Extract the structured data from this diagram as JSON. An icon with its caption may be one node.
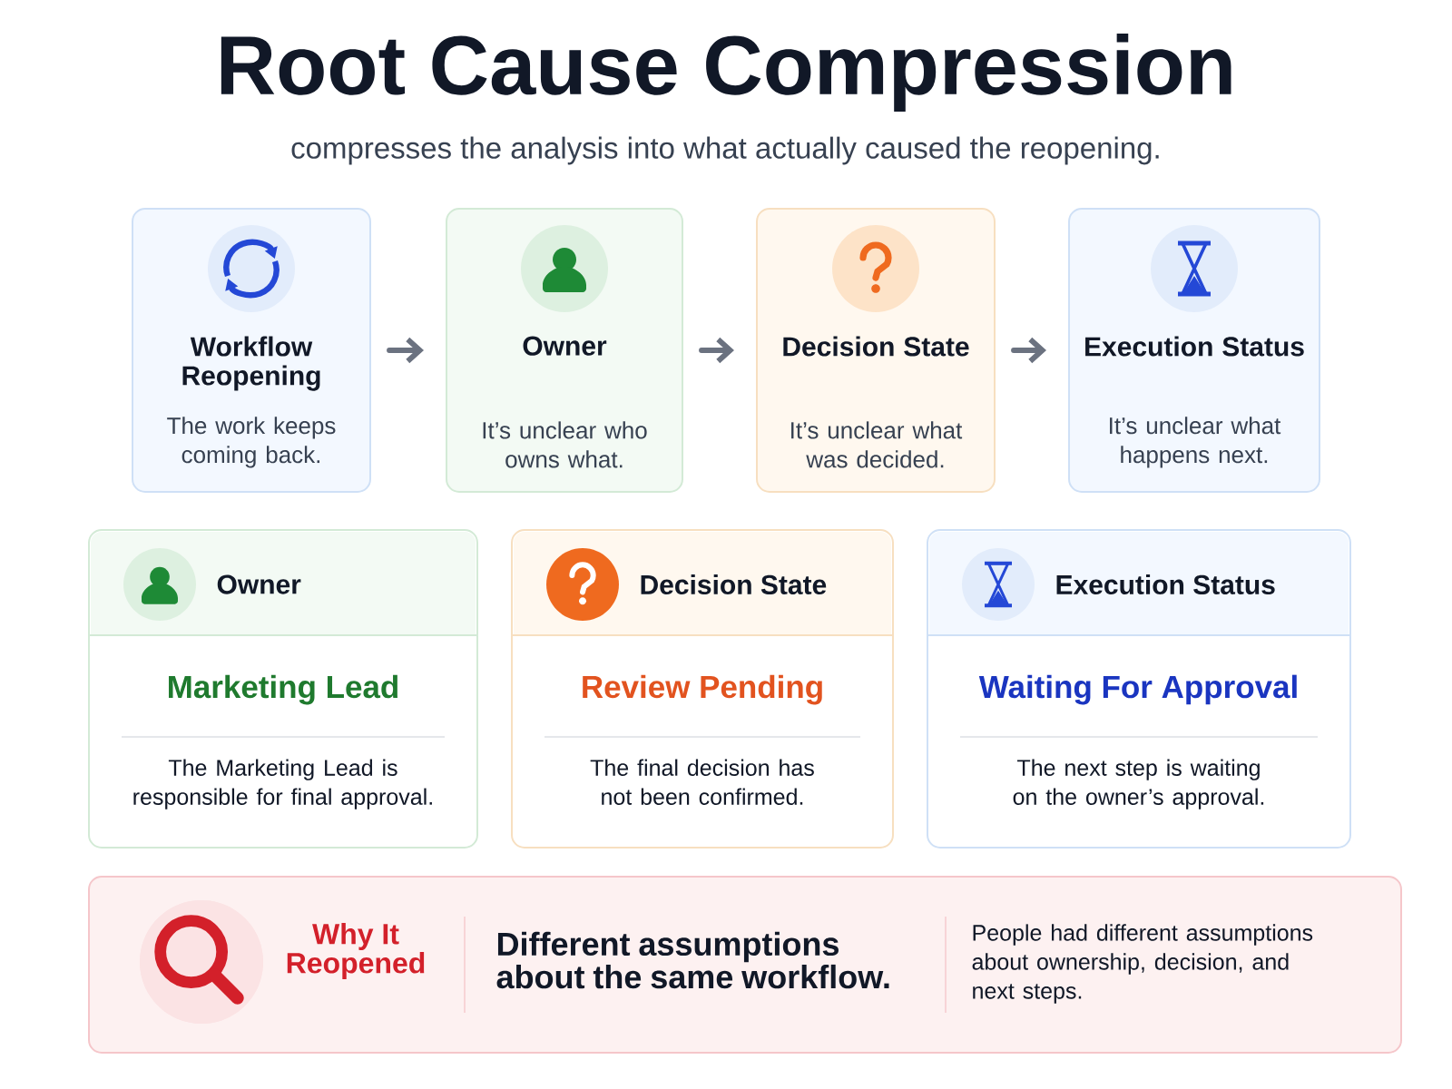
{
  "diagram": {
    "title": "Root Cause Compression",
    "caption": "compresses the analysis into what actually caused the reopening.",
    "nodes": [
      {
        "text": [
          "Workflow Reopening",
          "The work keeps coming back."
        ]
      },
      {
        "text": [
          "Owner",
          "It’s unclear who owns what."
        ]
      },
      {
        "text": [
          "Decision State",
          "It’s unclear what was decided."
        ]
      },
      {
        "text": [
          "Execution Status",
          "It’s unclear what happens next."
        ]
      },
      {
        "text": [
          "Owner",
          "Marketing Lead",
          "The Marketing Lead is responsible for final approval."
        ]
      },
      {
        "text": [
          "Decision State",
          "Review Pending",
          "The final decision has not been confirmed."
        ]
      },
      {
        "text": [
          "Execution Status",
          "Waiting For Approval",
          "The next step is waiting on the owner’s approval."
        ]
      },
      {
        "text": [
          "Why It Reopened",
          "Different assumptions about the same workflow.",
          "People had different assumptions about ownership, decision, and next steps."
        ]
      }
    ],
    "edges": [
      {
        "from": 0,
        "to": 1,
        "arrow": "to"
      },
      {
        "from": 1,
        "to": 2,
        "arrow": "to"
      },
      {
        "from": 2,
        "to": 3,
        "arrow": "to"
      }
    ]
  }
}
